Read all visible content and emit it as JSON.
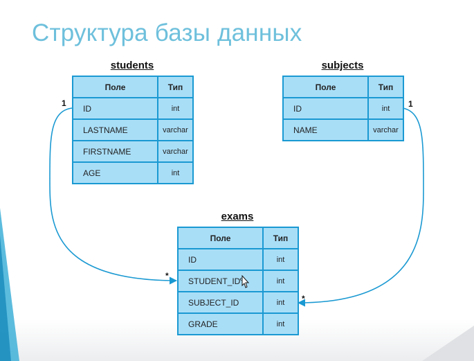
{
  "title": "Структура базы данных",
  "colors": {
    "title": "#6ec0dc",
    "cell_fill": "#a9def7",
    "border": "#1a99d2",
    "connector": "#1a99d2",
    "deco_triangle": "#3fb0d8"
  },
  "tables": {
    "students": {
      "name": "students",
      "header": {
        "field": "Поле",
        "type": "Тип"
      },
      "rows": [
        {
          "field": "ID",
          "type": "int"
        },
        {
          "field": "LASTNAME",
          "type": "varchar"
        },
        {
          "field": "FIRSTNAME",
          "type": "varchar"
        },
        {
          "field": "AGE",
          "type": "int"
        }
      ]
    },
    "subjects": {
      "name": "subjects",
      "header": {
        "field": "Поле",
        "type": "Тип"
      },
      "rows": [
        {
          "field": "ID",
          "type": "int"
        },
        {
          "field": "NAME",
          "type": "varchar"
        }
      ]
    },
    "exams": {
      "name": "exams",
      "header": {
        "field": "Поле",
        "type": "Тип"
      },
      "rows": [
        {
          "field": "ID",
          "type": "int"
        },
        {
          "field": "STUDENT_ID",
          "type": "int"
        },
        {
          "field": "SUBJECT_ID",
          "type": "int"
        },
        {
          "field": "GRADE",
          "type": "int"
        }
      ]
    }
  },
  "relations": [
    {
      "from": "students.ID",
      "to": "exams.STUDENT_ID",
      "from_card": "1",
      "to_card": "*"
    },
    {
      "from": "subjects.ID",
      "to": "exams.SUBJECT_ID",
      "from_card": "1",
      "to_card": "*"
    }
  ],
  "icons": {
    "cursor": "move-cursor-icon",
    "decoration": "triangle-decoration-icon"
  }
}
